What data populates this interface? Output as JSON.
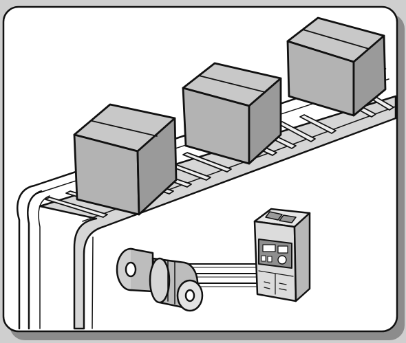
{
  "colors": {
    "page_bg": "#cfcfcf",
    "frame_fill": "#ffffff",
    "frame_shadow": "#8c8c8c",
    "ink": "#111111",
    "box_front": "#b3b3b3",
    "box_side": "#9a9a9a",
    "box_top": "#c8c8c8",
    "belt_rail": "#d6d6d6",
    "roller": "#eeeeee",
    "metal": "#bdbdbd",
    "drive_body": "#dcdcdc",
    "drive_panel": "#8f8f8f"
  },
  "icons": {
    "conveyor": "conveyor-belt-icon",
    "motor": "motor-icon",
    "drive": "inverter-drive-icon"
  },
  "boxes": [
    "box-1",
    "box-2",
    "box-3"
  ]
}
